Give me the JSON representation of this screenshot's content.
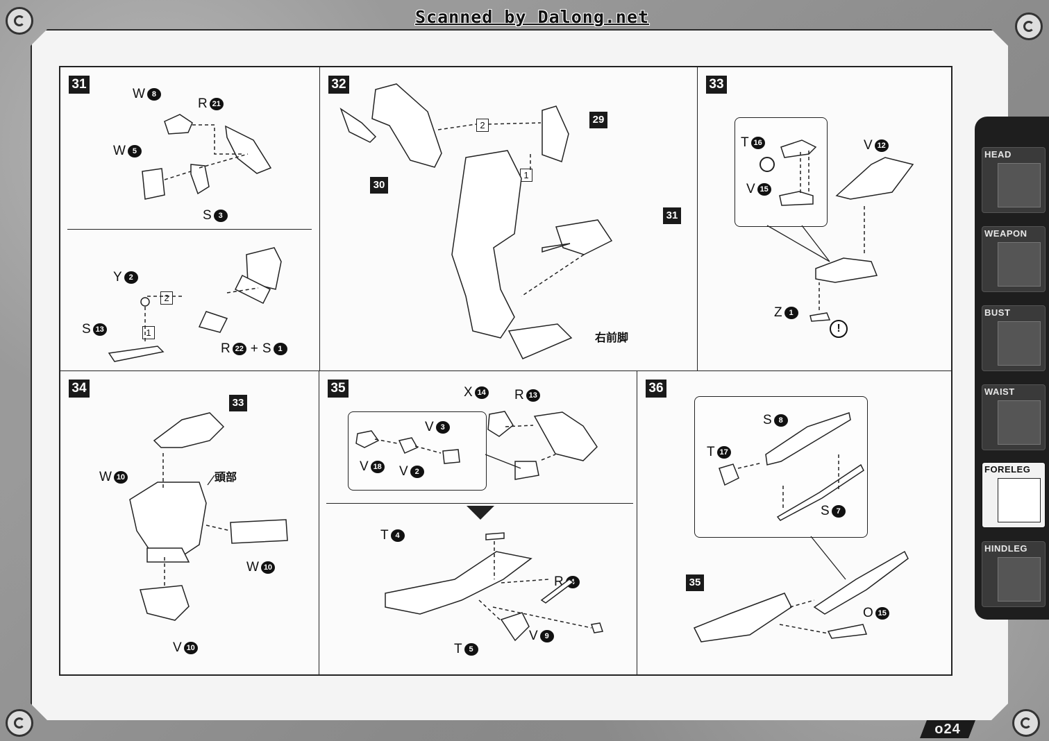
{
  "header": {
    "scan_credit": "Scanned by Dalong.net"
  },
  "page": {
    "number": "o24"
  },
  "sidebar": {
    "tabs": [
      {
        "label": "HEAD",
        "active": false
      },
      {
        "label": "WEAPON",
        "active": false
      },
      {
        "label": "BUST",
        "active": false
      },
      {
        "label": "WAIST",
        "active": false
      },
      {
        "label": "FORELEG",
        "active": true
      },
      {
        "label": "HINDLEG",
        "active": false
      }
    ]
  },
  "steps": {
    "s31": {
      "number": "31",
      "labels": {
        "w8_l": "W",
        "w8_n": "8",
        "r21_l": "R",
        "r21_n": "21",
        "w5_l": "W",
        "w5_n": "5",
        "s3_l": "S",
        "s3_n": "3",
        "y2_l": "Y",
        "y2_n": "2",
        "s13_l": "S",
        "s13_n": "13",
        "r22_l": "R",
        "r22_n": "22",
        "plus": "+",
        "s1_l": "S",
        "s1_n": "1",
        "order1": "1",
        "order2": "2"
      }
    },
    "s32": {
      "number": "32",
      "refs": {
        "r29": "29",
        "r30": "30",
        "r31": "31"
      },
      "order1": "1",
      "order2": "2",
      "caption": "右前脚"
    },
    "s33": {
      "number": "33",
      "labels": {
        "t16_l": "T",
        "t16_n": "16",
        "v15_l": "V",
        "v15_n": "15",
        "v12_l": "V",
        "v12_n": "12",
        "z1_l": "Z",
        "z1_n": "1",
        "caution": "!"
      }
    },
    "s34": {
      "number": "34",
      "refs": {
        "r33": "33"
      },
      "labels": {
        "w10a_l": "W",
        "w10a_n": "10",
        "w10b_l": "W",
        "w10b_n": "10",
        "v10_l": "V",
        "v10_n": "10"
      },
      "caption": "頭部"
    },
    "s35": {
      "number": "35",
      "labels": {
        "x14_l": "X",
        "x14_n": "14",
        "r13_l": "R",
        "r13_n": "13",
        "v3_l": "V",
        "v3_n": "3",
        "v18_l": "V",
        "v18_n": "18",
        "v2_l": "V",
        "v2_n": "2",
        "t4_l": "T",
        "t4_n": "4",
        "r4_l": "R",
        "r4_n": "4",
        "v9_l": "V",
        "v9_n": "9",
        "t5_l": "T",
        "t5_n": "5"
      }
    },
    "s36": {
      "number": "36",
      "refs": {
        "r35": "35"
      },
      "labels": {
        "s8_l": "S",
        "s8_n": "8",
        "t17_l": "T",
        "t17_n": "17",
        "s7_l": "S",
        "s7_n": "7",
        "o15_l": "O",
        "o15_n": "15"
      }
    }
  }
}
